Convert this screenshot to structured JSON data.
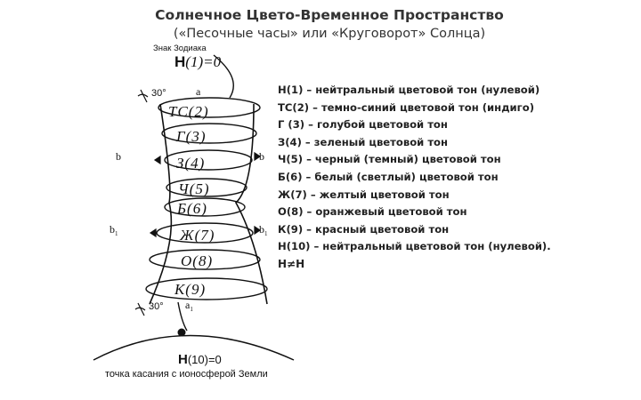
{
  "header": {
    "title": "Солнечное Цвето-Временное Пространство",
    "subtitle": "(«Песочные часы» или «Круговорот» Солнца)"
  },
  "diagram": {
    "zodiac_sign_label": "Знак Зодиака",
    "top_node": {
      "letter": "Н",
      "expression": "(1)=0"
    },
    "bottom_node": {
      "letter": "Н",
      "expression": "(10)=0"
    },
    "contact_caption": "точка касания с ионосферой Земли",
    "angle_top": "30°",
    "angle_bottom": "30°",
    "label_a": "a",
    "label_a1": "a",
    "label_a1_sub": "1",
    "label_b_left": "b",
    "label_b_right": "b",
    "label_b1_left": "b",
    "label_b1_right": "b",
    "label_b1_sub": "1",
    "coil_labels": [
      "ТС(2)",
      "Г(3)",
      "З(4)",
      "Ч(5)",
      "Б(6)",
      "Ж(7)",
      "О(8)",
      "К(9)"
    ]
  },
  "legend": {
    "items": [
      "Н(1) – нейтральный цветовой тон (нулевой)",
      "ТС(2) – темно-синий цветовой тон (индиго)",
      "Г (3) – голубой цветовой тон",
      "З(4) – зеленый цветовой тон",
      "Ч(5) – черный (темный) цветовой тон",
      "Б(6) – белый (светлый) цветовой тон",
      "Ж(7) – желтый цветовой тон",
      "О(8) – оранжевый цветовой тон",
      "К(9) – красный цветовой тон",
      "Н(10) – нейтральный цветовой тон (нулевой)."
    ],
    "inequality": "Н≠Н"
  }
}
